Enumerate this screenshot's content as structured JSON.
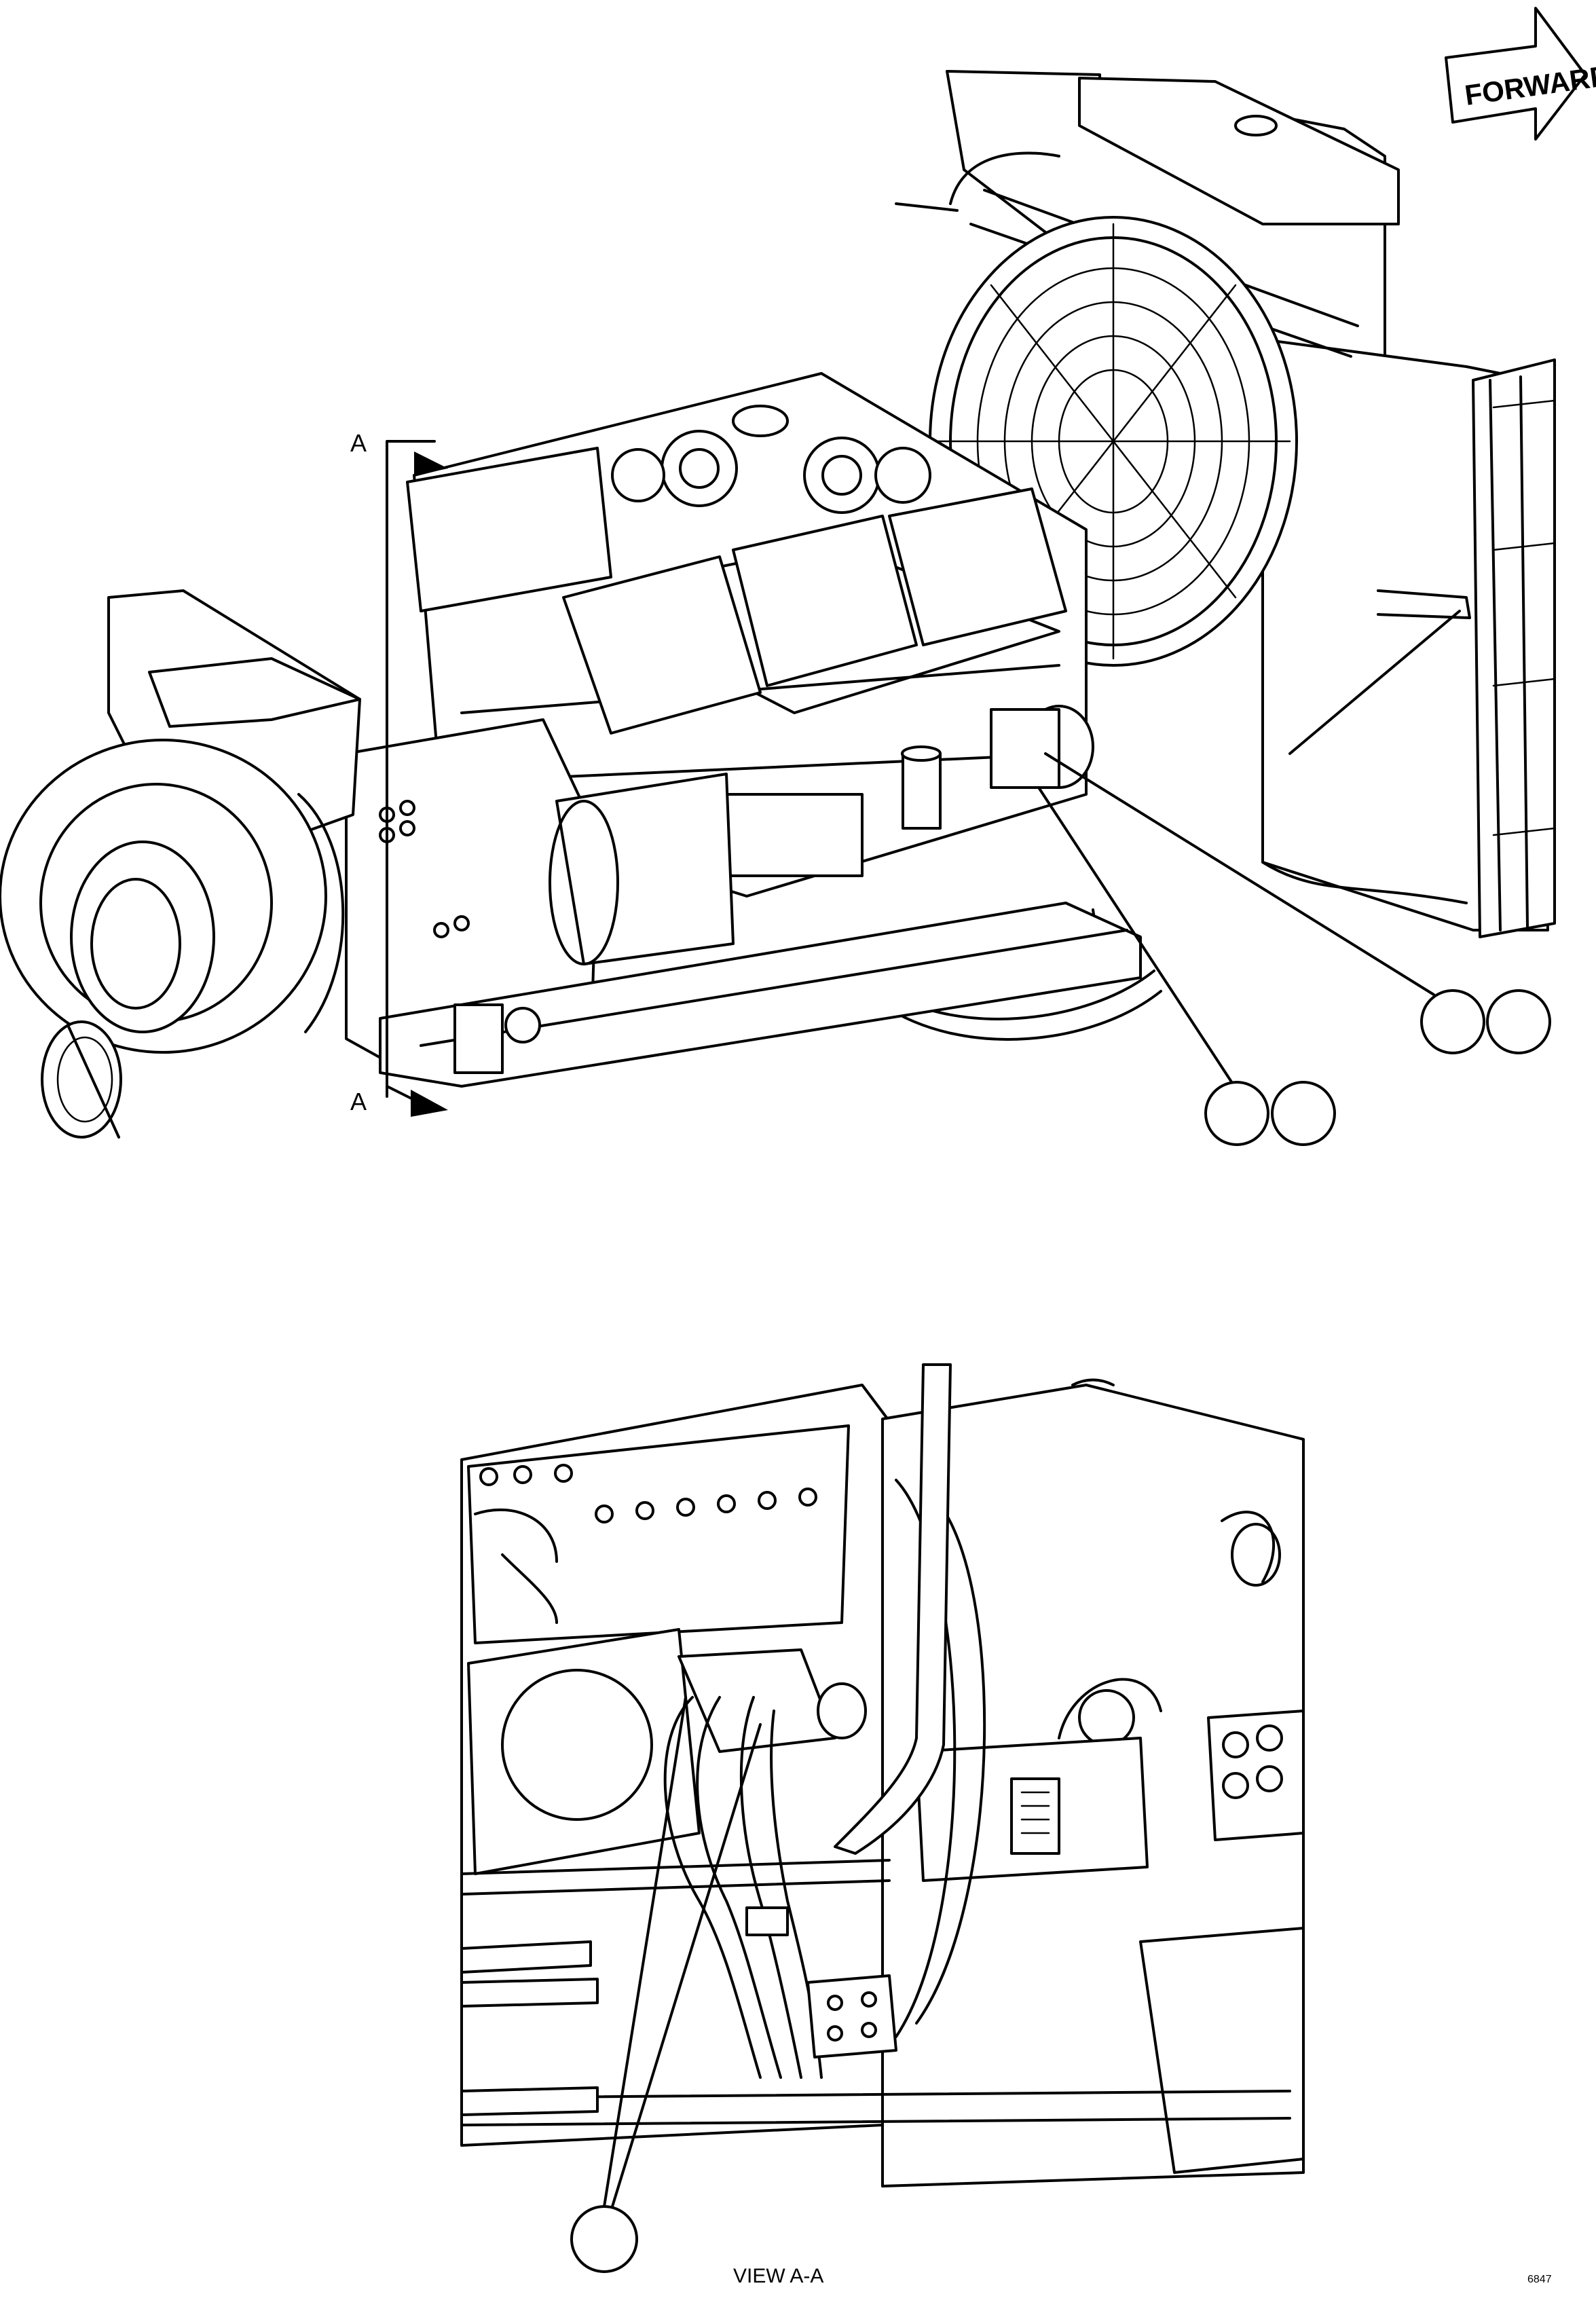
{
  "figure": {
    "forward_arrow_label": "FORWARD",
    "section_marker_top": "A",
    "section_marker_bottom": "A",
    "view_caption": "VIEW A-A",
    "figure_number": "6847"
  },
  "callouts": {
    "upper_right_pair": [
      "",
      ""
    ],
    "upper_left_pair": [
      "",
      ""
    ],
    "view_single": [
      ""
    ]
  }
}
